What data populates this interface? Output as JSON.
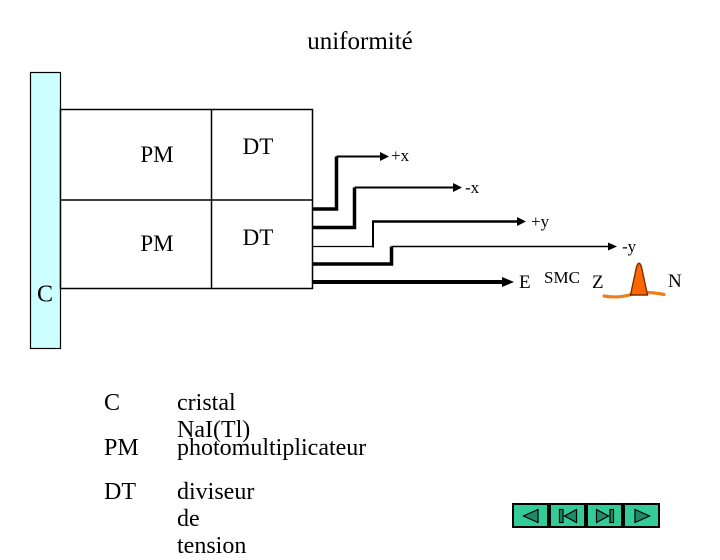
{
  "title": "uniformité",
  "diagram": {
    "crystal_label": "C",
    "boxes": [
      {
        "label": "PM"
      },
      {
        "label": "DT"
      },
      {
        "label": "PM"
      },
      {
        "label": "DT"
      }
    ],
    "outputs": [
      {
        "label": "+x"
      },
      {
        "label": "-x"
      },
      {
        "label": "+y"
      },
      {
        "label": "-y"
      },
      {
        "label": "E"
      }
    ],
    "annotations": [
      {
        "label": "SMC"
      },
      {
        "label": "Z"
      },
      {
        "label": "N"
      }
    ],
    "peak_icon": "spectrum-peak-icon"
  },
  "legend": [
    {
      "term": "C",
      "description": "cristal NaI(Tl)"
    },
    {
      "term": "PM",
      "description": "photomultiplicateur"
    },
    {
      "term": "DT",
      "description": "diviseur de tension"
    }
  ],
  "navigation": [
    {
      "name": "previous",
      "icon": "previous-arrow-icon"
    },
    {
      "name": "first",
      "icon": "first-arrow-icon"
    },
    {
      "name": "last",
      "icon": "last-arrow-icon"
    },
    {
      "name": "next",
      "icon": "next-arrow-icon"
    }
  ],
  "colors": {
    "crystal_fill": "#ccffff",
    "nav_button_bg": "#33cc99",
    "nav_arrow_fill": "#1f8a68",
    "peak_orange": "#ff6600",
    "line": "#000000"
  }
}
